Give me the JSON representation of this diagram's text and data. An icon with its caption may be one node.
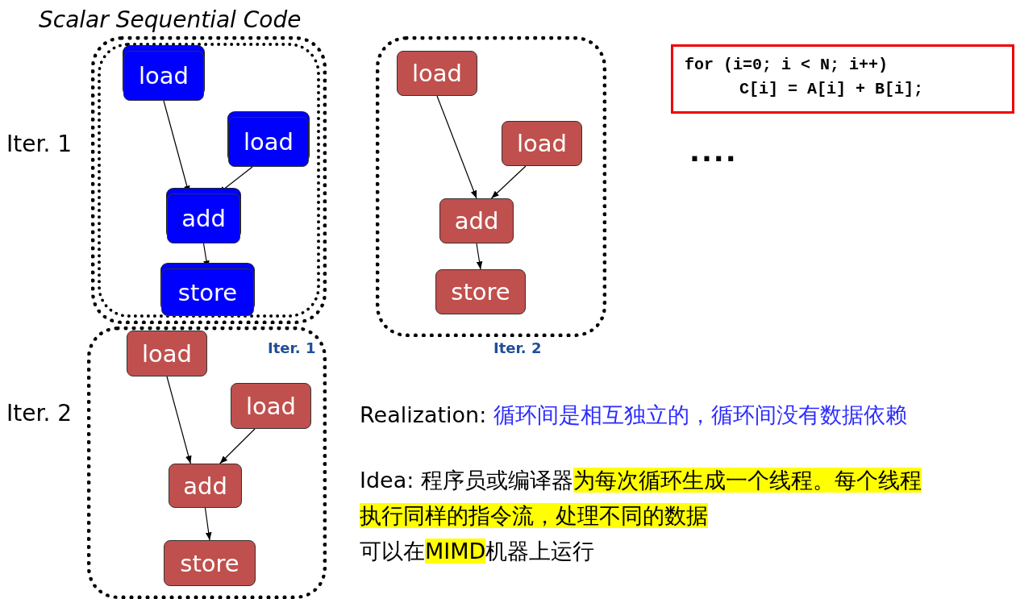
{
  "diagram": {
    "title": "Scalar Sequential Code",
    "nodes": [
      {
        "text": [],
        "shape": "box"
      },
      {
        "text": [
          "load"
        ],
        "in": 0
      },
      {
        "text": [
          "load"
        ],
        "in": 0
      },
      {
        "text": [
          "add"
        ],
        "in": 0
      },
      {
        "text": [
          "store"
        ],
        "in": 0
      },
      {
        "text": [],
        "shape": "box"
      },
      {
        "text": [
          "load"
        ],
        "in": 5
      },
      {
        "text": [
          "load"
        ],
        "in": 5
      },
      {
        "text": [
          "add"
        ],
        "in": 5
      },
      {
        "text": [
          "store"
        ],
        "in": 5
      },
      {
        "text": [],
        "shape": "box"
      },
      {
        "text": [
          "load"
        ],
        "in": 10
      },
      {
        "text": [
          "load"
        ],
        "in": 10
      },
      {
        "text": [
          "add"
        ],
        "in": 10
      },
      {
        "text": [
          "store"
        ],
        "in": 10
      },
      {
        "text": [
          "for (i=0; i < N; i++) C[i] = A[i] + B[i];"
        ]
      }
    ],
    "edges": [
      {
        "from": 1,
        "to": 3,
        "arrow": "to"
      },
      {
        "from": 2,
        "to": 3,
        "arrow": "to"
      },
      {
        "from": 3,
        "to": 4,
        "arrow": "to"
      },
      {
        "from": 6,
        "to": 8,
        "arrow": "to"
      },
      {
        "from": 7,
        "to": 8,
        "arrow": "to"
      },
      {
        "from": 8,
        "to": 9,
        "arrow": "to"
      },
      {
        "from": 11,
        "to": 13,
        "arrow": "to"
      },
      {
        "from": 12,
        "to": 13,
        "arrow": "to"
      },
      {
        "from": 13,
        "to": 14,
        "arrow": "to"
      }
    ],
    "labels": [
      "Iter. 1",
      "....",
      "Iter. 1",
      "Iter. 2",
      "Iter. 2",
      "Realization:",
      "循环间是相互独立的，循环间没有数据依赖",
      "Idea: 程序员或编译器",
      "为每次循环生成一个线程。每个线程执行同样的指令流，处理不同的数据",
      "可以在",
      "MIMD",
      "机器上运行"
    ]
  }
}
